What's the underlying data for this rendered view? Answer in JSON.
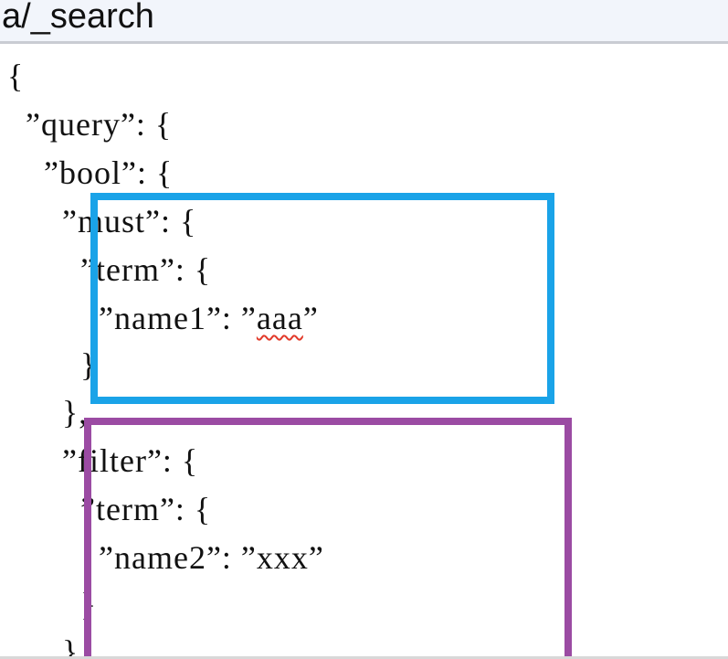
{
  "url_bar": {
    "text": "a/_search"
  },
  "editor": {
    "lines": [
      "{",
      "  ”query”: {",
      "    ”bool”: {",
      "      ”must”: {",
      "        ”term”: {",
      "          ”name1”: ”",
      "aaa",
      "”",
      "        }",
      "      },",
      "      ”filter”: {",
      "        ”term”: {",
      "          ”name2”: ”xxx”",
      "        }",
      "      }"
    ]
  },
  "highlights": {
    "must_box_color": "#1aa3e8",
    "filter_box_color": "#9b4ba3"
  },
  "colors": {
    "spellcheck_underline": "#e23a2a",
    "text": "#111111",
    "url_bar_bg": "#f2f5fb"
  }
}
